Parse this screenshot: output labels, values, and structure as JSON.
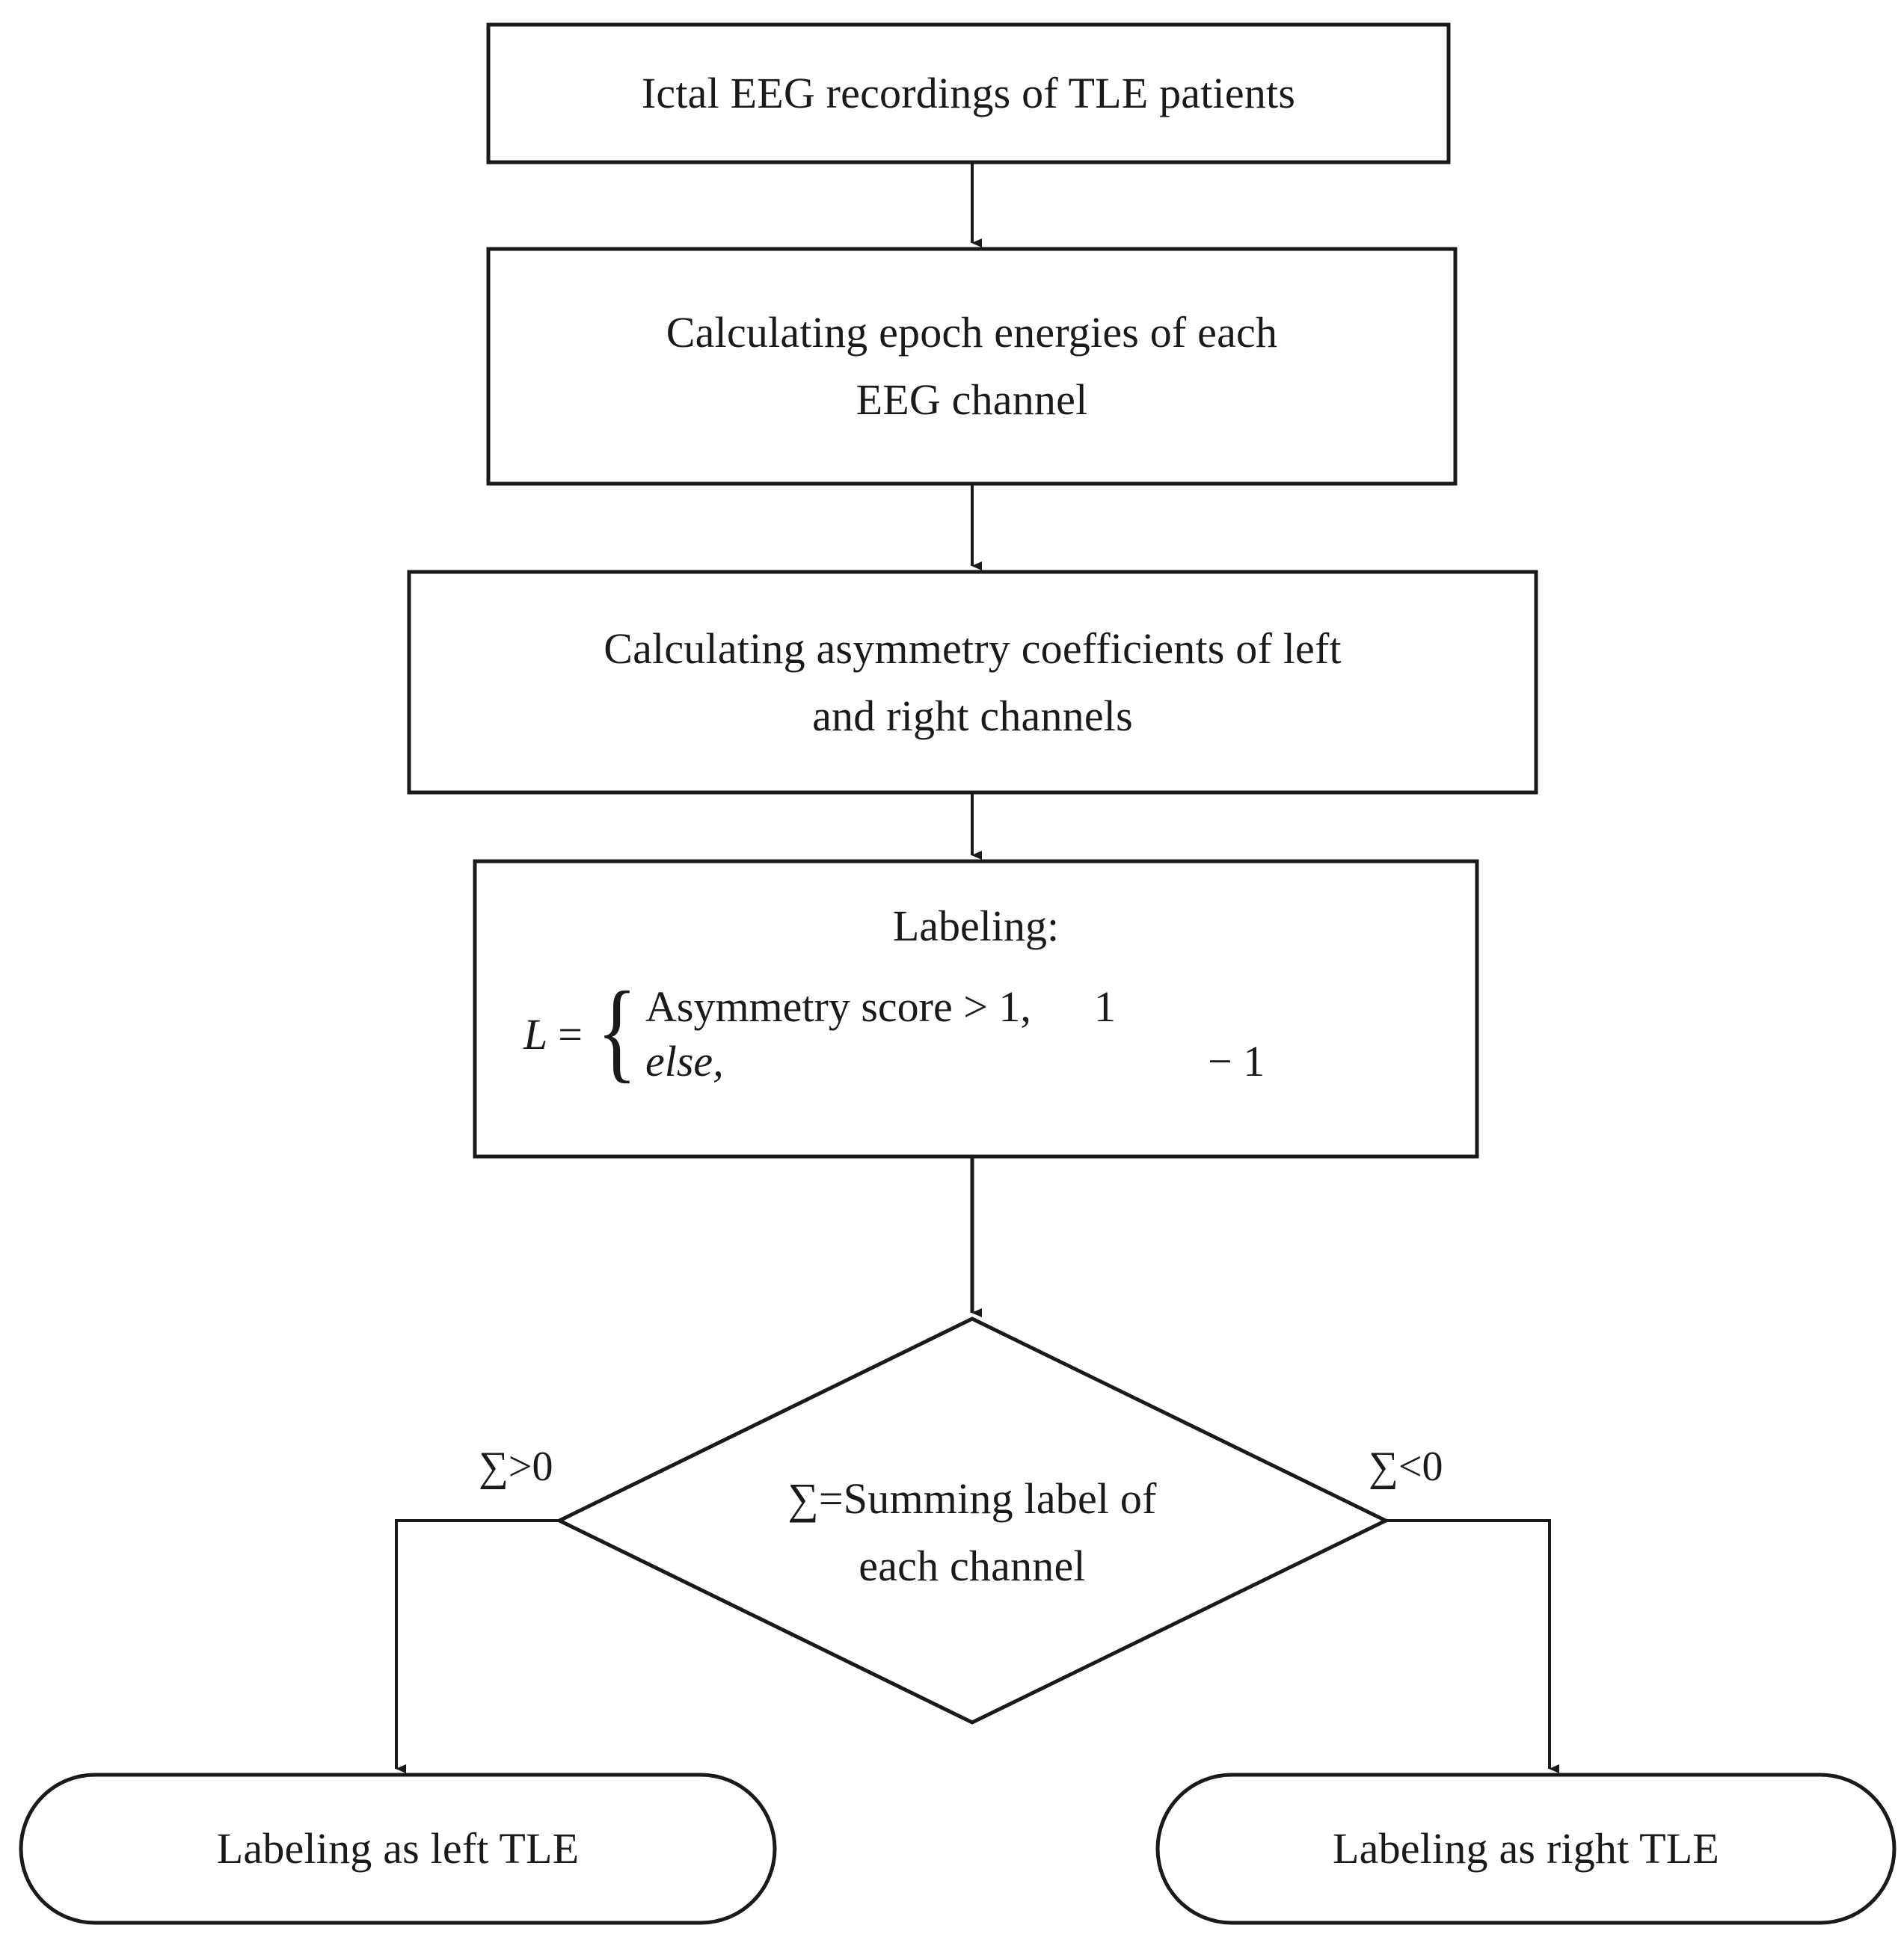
{
  "diagram": {
    "title": "Ictal EEG TLE lateralization flowchart",
    "stroke_color": "#1a1a1a",
    "fill_color": "#ffffff",
    "nodes": {
      "input": {
        "shape": "rectangle",
        "text": "Ictal EEG recordings of TLE patients"
      },
      "epoch_energy": {
        "shape": "rectangle",
        "line1": "Calculating epoch energies of each",
        "line2": "EEG channel"
      },
      "asymmetry": {
        "shape": "rectangle",
        "line1": "Calculating asymmetry coefficients of left",
        "line2": "and right channels"
      },
      "labeling": {
        "shape": "rectangle",
        "title": "Labeling:",
        "formula_lhs": "L",
        "formula_eq": "=",
        "brace": "{",
        "case1_condition": "Asymmetry score > 1,",
        "case1_value": "1",
        "case2_condition": "else,",
        "case2_value": "− 1"
      },
      "decision": {
        "shape": "diamond",
        "line1": "∑=Summing label of",
        "line2": "each channel"
      },
      "result_left": {
        "shape": "rounded-rectangle",
        "text": "Labeling as left TLE"
      },
      "result_right": {
        "shape": "rounded-rectangle",
        "text": "Labeling as right TLE"
      }
    },
    "edge_labels": {
      "left_branch": "∑>0",
      "right_branch": "∑<0"
    }
  }
}
